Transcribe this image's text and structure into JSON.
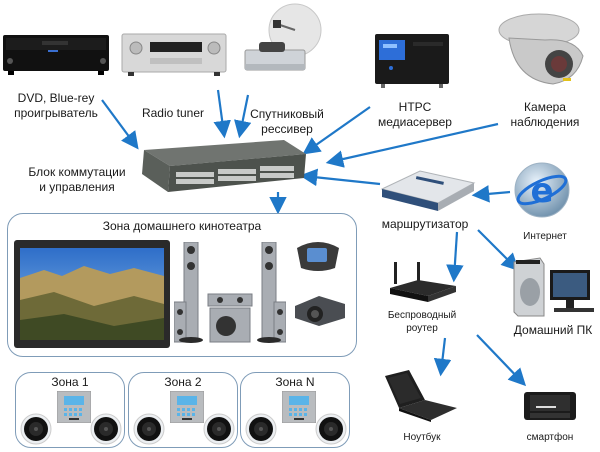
{
  "colors": {
    "arrow": "#1f78c8",
    "zone_border": "#7f9cb8"
  },
  "devices": {
    "dvd": {
      "label_line1": "DVD, Blue-rey",
      "label_line2": "проигрыватель",
      "icon": "dvd-player-icon"
    },
    "radio": {
      "label": "Radio tuner",
      "icon": "av-receiver-icon"
    },
    "satellite": {
      "label_line1": "Спутниковый",
      "label_line2": "рессивер",
      "icon": "satellite-receiver-icon"
    },
    "htpc": {
      "label_line1": "HTPC",
      "label_line2": "медиасервер",
      "icon": "media-server-icon"
    },
    "camera": {
      "label_line1": "Камера",
      "label_line2": "наблюдения",
      "icon": "security-camera-icon"
    },
    "switch": {
      "label_line1": "Блок коммутации",
      "label_line2": "и управления",
      "icon": "network-switch-icon"
    },
    "router": {
      "label": "маршрутизатор",
      "icon": "router-icon"
    },
    "internet": {
      "label": "Интернет",
      "icon": "internet-explorer-icon"
    },
    "wireless": {
      "label_line1": "Беспроводный",
      "label_line2": "роутер",
      "icon": "wireless-router-icon"
    },
    "pc": {
      "label": "Домашний ПК",
      "icon": "desktop-pc-icon"
    },
    "laptop": {
      "label": "Ноутбук",
      "icon": "laptop-icon"
    },
    "smartphone": {
      "label": "смартфон",
      "icon": "smartphone-icon"
    }
  },
  "home_theater": {
    "title": "Зона домашнего кинотеатра",
    "items": [
      "tv-panel-icon",
      "speaker-system-icon",
      "remote-control-icon",
      "projector-icon"
    ]
  },
  "zones": [
    {
      "title": "Зона 1"
    },
    {
      "title": "Зона 2"
    },
    {
      "title": "Зона N"
    }
  ]
}
